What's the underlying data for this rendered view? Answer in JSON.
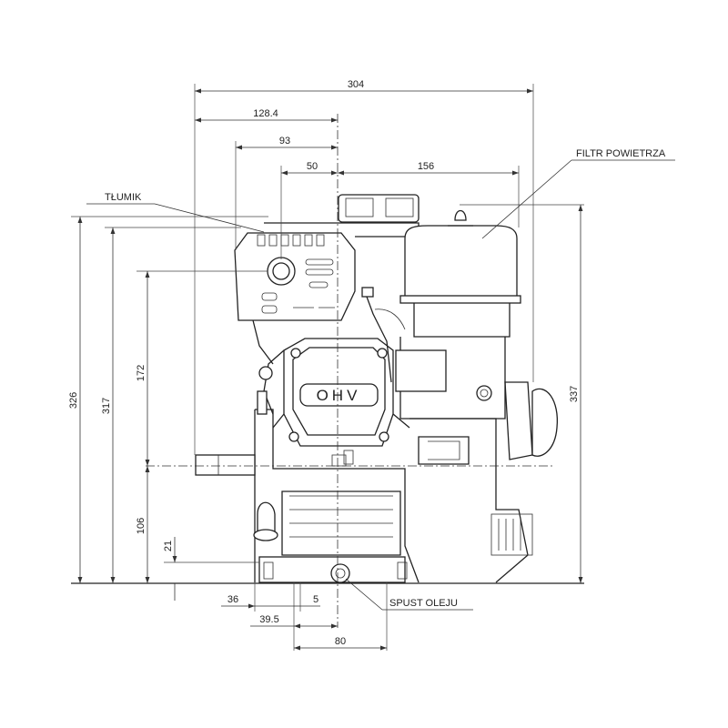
{
  "dimensions": {
    "overall_width": "304",
    "shaft_to_left": "128.4",
    "shaft_to_muffler": "93",
    "shaft_to_muffler_outlet": "50",
    "shaft_to_air_filter": "156",
    "height_326": "326",
    "height_317": "317",
    "height_172": "172",
    "height_106": "106",
    "height_21": "21",
    "height_337": "337",
    "foot_36": "36",
    "foot_5": "5",
    "foot_39_5": "39.5",
    "foot_80": "80"
  },
  "labels": {
    "muffler": "TŁUMIK",
    "air_filter": "FILTR POWIETRZA",
    "oil_drain": "SPUST OLEJU",
    "ohv": "OHV"
  }
}
